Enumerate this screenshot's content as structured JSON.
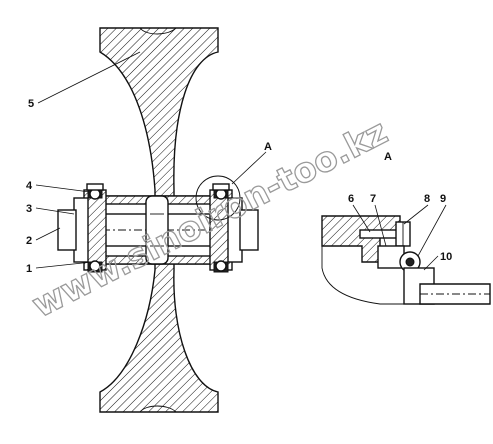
{
  "main_view": {
    "detail_circle_label": "A",
    "callouts": [
      "1",
      "2",
      "3",
      "4",
      "5"
    ]
  },
  "detail_view": {
    "title": "A",
    "callouts": [
      "6",
      "7",
      "8",
      "9",
      "10"
    ]
  },
  "watermark": {
    "text": "www.sinoiron-too.kz"
  },
  "colors": {
    "line": "#111111",
    "watermark": "#9a9a9a",
    "background": "#ffffff"
  }
}
